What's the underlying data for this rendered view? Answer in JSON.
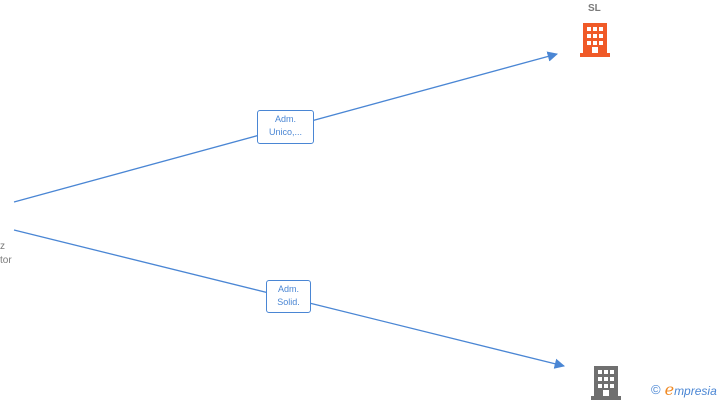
{
  "edges": [
    {
      "label_line1": "Adm.",
      "label_line2": "Unico,..."
    },
    {
      "label_line1": "Adm.",
      "label_line2": "Solid."
    }
  ],
  "company_top": {
    "title": "SL",
    "icon": "building-icon",
    "color": "#f05a28"
  },
  "company_bottom": {
    "icon": "building-icon",
    "color": "#6f6f6f"
  },
  "person": {
    "line1": "z",
    "line2": "tor"
  },
  "watermark": {
    "copyright": "©",
    "brand_initial": "e",
    "brand_rest": "mpresia"
  },
  "colors": {
    "edge": "#4a86d4"
  }
}
